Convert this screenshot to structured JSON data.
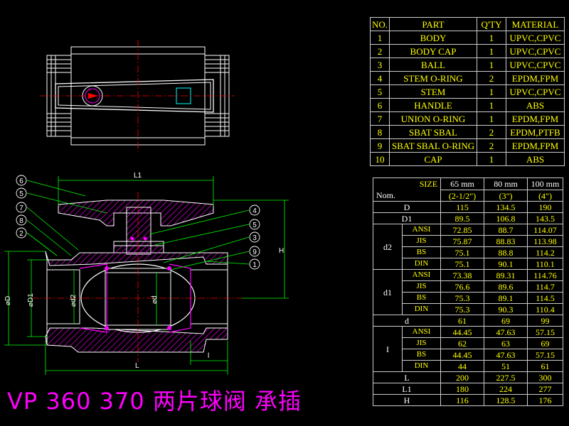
{
  "parts_table": {
    "headers": [
      "NO.",
      "PART",
      "Q'TY",
      "MATERIAL"
    ],
    "rows": [
      [
        "1",
        "BODY",
        "1",
        "UPVC,CPVC"
      ],
      [
        "2",
        "BODY CAP",
        "1",
        "UPVC,CPVC"
      ],
      [
        "3",
        "BALL",
        "1",
        "UPVC,CPVC"
      ],
      [
        "4",
        "STEM O-RING",
        "2",
        "EPDM,FPM"
      ],
      [
        "5",
        "STEM",
        "1",
        "UPVC,CPVC"
      ],
      [
        "6",
        "HANDLE",
        "1",
        "ABS"
      ],
      [
        "7",
        "UNION O-RING",
        "1",
        "EPDM,FPM"
      ],
      [
        "8",
        "SBAT SBAL",
        "2",
        "EPDM,PTFB"
      ],
      [
        "9",
        "SBAT SBAL O-RING",
        "2",
        "EPDM,FPM"
      ],
      [
        "10",
        "CAP",
        "1",
        "ABS"
      ]
    ]
  },
  "spec_table": {
    "size_label": "SIZE",
    "nom_label": "Nom.",
    "sizes": [
      {
        "mm": "65 mm",
        "inch": "(2-1/2\")"
      },
      {
        "mm": "80 mm",
        "inch": "(3\")"
      },
      {
        "mm": "100 mm",
        "inch": "(4\")"
      }
    ],
    "D": [
      "115",
      "134.5",
      "190"
    ],
    "D1": [
      "89.5",
      "106.8",
      "143.5"
    ],
    "d2": {
      "label": "d2",
      "rows": [
        {
          "std": "ANSI",
          "vals": [
            "72.85",
            "88.7",
            "114.07"
          ]
        },
        {
          "std": "JIS",
          "vals": [
            "75.87",
            "88.83",
            "113.98"
          ]
        },
        {
          "std": "BS",
          "vals": [
            "75.1",
            "88.8",
            "114.2"
          ]
        },
        {
          "std": "DIN",
          "vals": [
            "75.1",
            "90.1",
            "110.1"
          ]
        }
      ]
    },
    "d1": {
      "label": "d1",
      "rows": [
        {
          "std": "ANSI",
          "vals": [
            "73.38",
            "89.31",
            "114.76"
          ]
        },
        {
          "std": "JIS",
          "vals": [
            "76.6",
            "89.6",
            "114.7"
          ]
        },
        {
          "std": "BS",
          "vals": [
            "75.3",
            "89.1",
            "114.5"
          ]
        },
        {
          "std": "DIN",
          "vals": [
            "75.3",
            "90.3",
            "110.4"
          ]
        }
      ]
    },
    "d": [
      "61",
      "69",
      "99"
    ],
    "l": {
      "label": "I",
      "rows": [
        {
          "std": "ANSI",
          "vals": [
            "44.45",
            "47.63",
            "57.15"
          ]
        },
        {
          "std": "JIS",
          "vals": [
            "62",
            "63",
            "69"
          ]
        },
        {
          "std": "BS",
          "vals": [
            "44.45",
            "47.63",
            "57.15"
          ]
        },
        {
          "std": "DIN",
          "vals": [
            "44",
            "51",
            "61"
          ]
        }
      ]
    },
    "L": [
      "200",
      "227.5",
      "300"
    ],
    "L1": [
      "180",
      "224",
      "277"
    ],
    "H": [
      "116",
      "128.5",
      "176"
    ]
  },
  "drawing": {
    "title": "VP 360 370 两片球阀 承插",
    "balloons": [
      "6",
      "5",
      "7",
      "8",
      "2",
      "4",
      "5",
      "3",
      "9",
      "1"
    ],
    "dims": {
      "L1": "L1",
      "L": "L",
      "H": "H",
      "l": "l",
      "D": "⌀D",
      "D1": "⌀D1",
      "d2": "⌀d2",
      "d": "⌀d"
    },
    "colors": {
      "outline": "#ffffff",
      "section": "#ff00ff",
      "leaders": "#00ff00",
      "table_text": "#ffff00",
      "centerline": "#ff0000",
      "title": "#ff00ff"
    }
  }
}
